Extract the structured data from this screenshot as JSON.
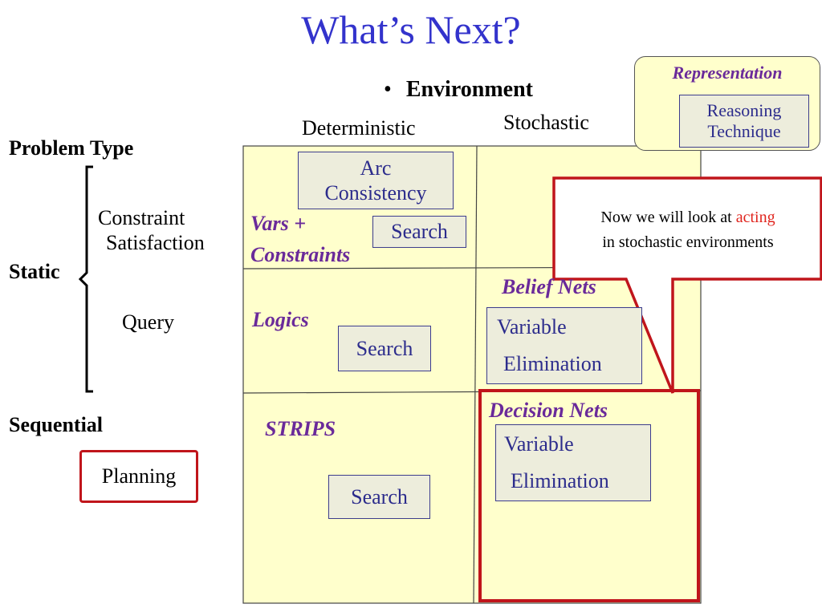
{
  "title": "What’s Next?",
  "bullet": {
    "marker": "•",
    "text": "Environment"
  },
  "columns": {
    "deterministic": "Deterministic",
    "stochastic": "Stochastic"
  },
  "rows": {
    "problem_type": "Problem Type",
    "static": "Static",
    "constraint_1": "Constraint",
    "constraint_2": "Satisfaction",
    "query": "Query",
    "sequential": "Sequential",
    "planning": "Planning"
  },
  "cells": {
    "csp_rep_1": "Vars +",
    "csp_rep_2": "Constraints",
    "arc_1": "Arc",
    "arc_2": "Consistency",
    "csp_search": "Search",
    "logics": "Logics",
    "logics_search": "Search",
    "belief_nets": "Belief Nets",
    "belief_ve_1": "Variable",
    "belief_ve_2": "Elimination",
    "strips": "STRIPS",
    "strips_search": "Search",
    "decision_nets": "Decision Nets",
    "decision_ve_1": "Variable",
    "decision_ve_2": "Elimination"
  },
  "legend": {
    "title": "Representation",
    "line1": "Reasoning",
    "line2": "Technique"
  },
  "callout": {
    "before": "Now we will look at ",
    "highlight": "acting",
    "after": "in stochastic environments"
  },
  "colors": {
    "title": "#3333cc",
    "grid_fill": "#ffffcc",
    "box_fill": "#ededdc",
    "highlight_red": "#c0151b",
    "purple": "#6a2a9a"
  }
}
